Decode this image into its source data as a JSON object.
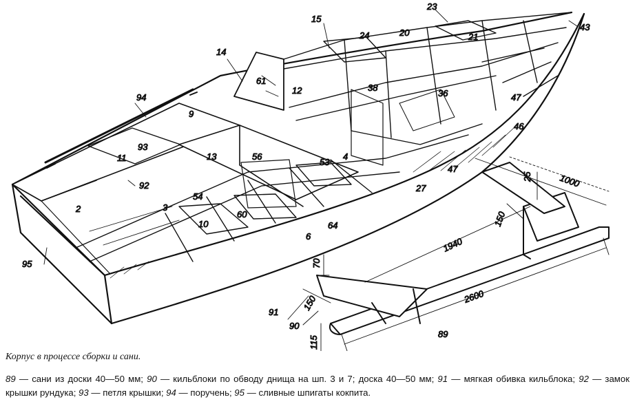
{
  "caption": {
    "title": "Корпус в процессе сборки и сани.",
    "legend": [
      {
        "num": "89",
        "text": " — сани из доски 40—50 мм; "
      },
      {
        "num": "90",
        "text": " — кильблоки по обводу днища на шп. 3 и 7; доска 40—50 мм; "
      },
      {
        "num": "91",
        "text": " — мягкая обивка кильблока; "
      },
      {
        "num": "92",
        "text": " — замок крышки рундука; "
      },
      {
        "num": "93",
        "text": " — петля крышки; "
      },
      {
        "num": "94",
        "text": " — поручень; "
      },
      {
        "num": "95",
        "text": " — сливные шпигаты кокпита."
      }
    ]
  },
  "labels": {
    "l2": "2",
    "l3": "3",
    "l4": "4",
    "l6": "6",
    "l9": "9",
    "l10": "10",
    "l11": "11",
    "l12": "12",
    "l13": "13",
    "l14": "14",
    "l15": "15",
    "l20": "20",
    "l21": "21",
    "l23": "23",
    "l24": "24",
    "l27": "27",
    "l36": "36",
    "l38": "38",
    "l43": "43",
    "l46": "46",
    "l47a": "47",
    "l47b": "47",
    "l53": "53",
    "l54": "54",
    "l56": "56",
    "l60": "60",
    "l61": "61",
    "l64": "64",
    "l89": "89",
    "l90": "90",
    "l91": "91",
    "l92": "92",
    "l93": "93",
    "l94": "94",
    "l95": "95"
  },
  "dimensions": {
    "d1000": "1000",
    "d25": "25",
    "d150a": "150",
    "d1940": "1940",
    "d70": "70",
    "d150b": "150",
    "d2600": "2600",
    "d115": "115"
  }
}
